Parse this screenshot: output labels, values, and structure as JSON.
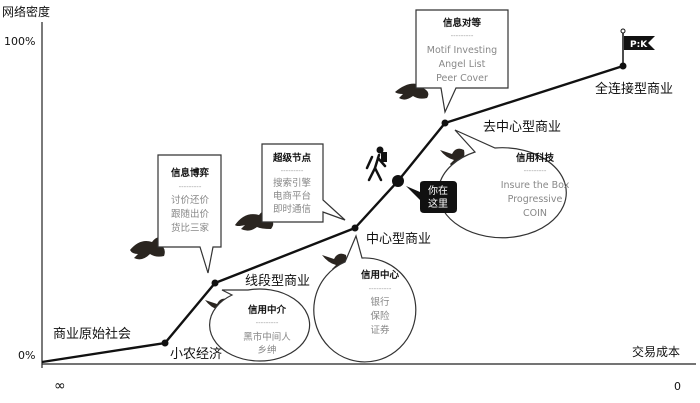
{
  "axes": {
    "y_label": "网络密度",
    "y_max": "100%",
    "y_min": "0%",
    "x_label": "交易成本",
    "x_start": "∞",
    "x_end": "0"
  },
  "stages": [
    "商业原始社会",
    "小农经济",
    "线段型商业",
    "中心型商业",
    "去中心型商业",
    "全连接型商业"
  ],
  "callouts": {
    "info_game": {
      "title": "信息博弈",
      "divider": "---------",
      "lines": [
        "讨价还价",
        "跟随出价",
        "货比三家"
      ]
    },
    "super_node": {
      "title": "超级节点",
      "divider": "---------",
      "lines": [
        "搜索引擎",
        "电商平台",
        "即时通信"
      ]
    },
    "info_equal": {
      "title": "信息对等",
      "divider": "---------",
      "lines": [
        "Motif Investing",
        "Angel List",
        "Peer Cover"
      ]
    },
    "credit_tech": {
      "title": "信用科技",
      "divider": "---------",
      "lines": [
        "Insure the Box",
        "Progressive",
        "COIN"
      ]
    },
    "credit_center": {
      "title": "信用中心",
      "divider": "---------",
      "lines": [
        "银行",
        "保险",
        "证券"
      ]
    },
    "credit_broker": {
      "title": "信用中介",
      "divider": "---------",
      "lines": [
        "黑市中间人",
        "乡绅"
      ]
    }
  },
  "you_are_here": [
    "你在",
    "这里"
  ],
  "flag_text": "P:K"
}
